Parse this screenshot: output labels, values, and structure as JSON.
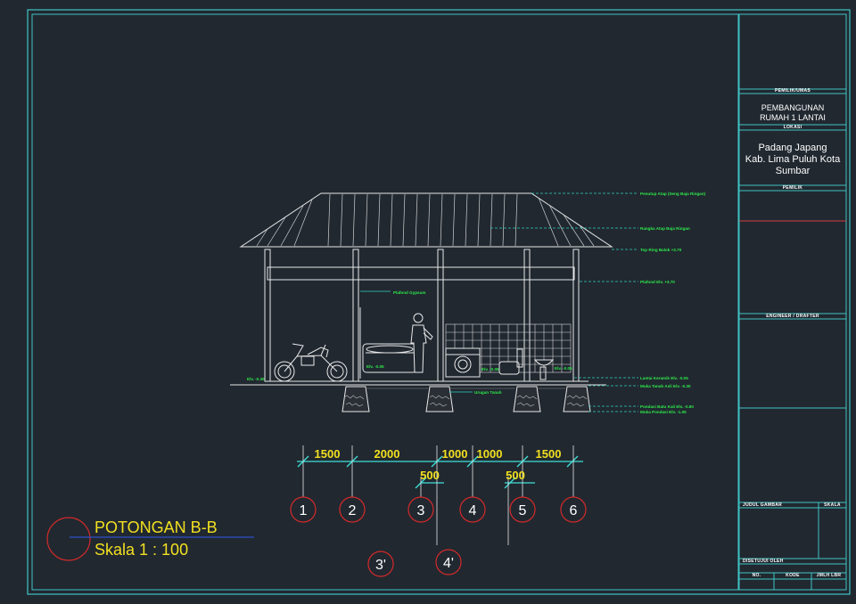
{
  "title_block": {
    "owner_label": "PEMILIK/UMAS",
    "project_line1": "PEMBANGUNAN",
    "project_line2": "RUMAH 1 LANTAI",
    "location_label": "LOKASI",
    "location_line1": "Padang Japang",
    "location_line2": "Kab. Lima Puluh Kota",
    "location_line3": "Sumbar",
    "designer_label": "PEMILIK",
    "engineer_label": "ENGINEER / DRAFTER",
    "drawing_title_label": "JUDUL GAMBAR",
    "scale_label": "SKALA",
    "approved_label": "DISETUJUI OLEH",
    "no_label": "NO.",
    "code_label": "KODE",
    "sheet_label": "JMLH LBR"
  },
  "drawing": {
    "title": "POTONGAN B-B",
    "scale": "Skala 1 : 100",
    "annotations": [
      "Penutup Atap (Seng Baja Ringan)",
      "Rangka Atap Baja Ringan",
      "Top Ring Balok +3.70",
      "Plafond Elv. +3.70",
      "Plafond Gypsum",
      "Lantai Keramik Elv. -0.05",
      "Muka Tanah Asli Elv. -0.30",
      "Pondasi Batu Kali Elv. -0.80",
      "Muka Pondasi Elv. -1.05",
      "Urugan Tanah",
      "Elv. -0.30",
      "Elv. -0.05",
      "Elv. -0.05",
      "Elv. -0.05"
    ],
    "dimensions": [
      "1500",
      "2000",
      "1000",
      "1000",
      "1500",
      "500",
      "500"
    ],
    "grid_labels": [
      "1",
      "2",
      "3",
      "4",
      "5",
      "6",
      "3'",
      "4'"
    ]
  }
}
